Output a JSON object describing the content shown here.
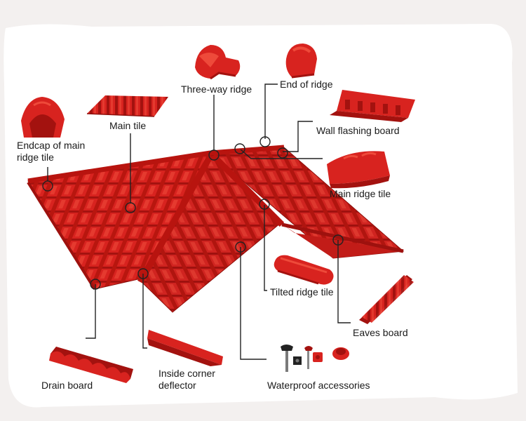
{
  "labels": {
    "endcap_of_main_ridge_tile": "Endcap of main ridge tile",
    "main_tile": "Main tile",
    "three_way_ridge": "Three-way ridge",
    "end_of_ridge": "End of ridge",
    "wall_flashing_board": "Wall flashing board",
    "main_ridge_tile": "Main ridge tile",
    "tilted_ridge_tile": "Tilted ridge tile",
    "eaves_board": "Eaves board",
    "drain_board": "Drain board",
    "inside_corner_deflector": "Inside corner deflector",
    "waterproof_accessories": "Waterproof accessories"
  },
  "colors": {
    "tile_red": "#d8231f",
    "tile_dark": "#a3120f",
    "tile_light": "#ee4a3a",
    "line": "#222222",
    "background": "#f3f0ef",
    "panel": "#ffffff"
  },
  "icons": [
    "endcap-tile-icon",
    "main-tile-icon",
    "three-way-ridge-icon",
    "end-of-ridge-icon",
    "wall-flashing-icon",
    "main-ridge-tile-icon",
    "tilted-ridge-tile-icon",
    "eaves-board-icon",
    "drain-board-icon",
    "inside-corner-deflector-icon",
    "waterproof-screw-icon",
    "waterproof-cap-icon"
  ]
}
